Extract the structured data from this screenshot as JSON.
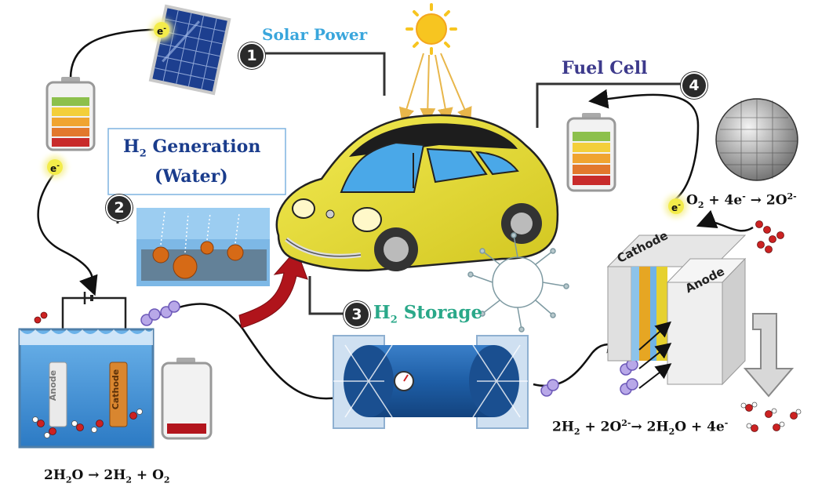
{
  "steps": {
    "solar": {
      "number": "1",
      "label": "Solar Power"
    },
    "h2_generation": {
      "number": "2",
      "label_main": "H",
      "label_sub": "2",
      "label_rest": " Generation",
      "label_line2": "(Water)"
    },
    "h2_storage": {
      "number": "3",
      "label_main": "H",
      "label_sub": "2",
      "label_rest": " Storage"
    },
    "fuel_cell": {
      "number": "4",
      "label": "Fuel Cell"
    }
  },
  "electrode_labels": {
    "anode_left": "Anode",
    "cathode_left": "Cathode",
    "cathode_right": "Cathode",
    "anode_right": "Anode"
  },
  "electron_label": {
    "base": "e",
    "sup": "-"
  },
  "equations": {
    "water_split": {
      "p1": "2H",
      "s1": "2",
      "p2": "O → 2H",
      "s2": "2",
      "p3": " + O",
      "s3": "2"
    },
    "cathode_reaction": {
      "p1": "O",
      "s1": "2",
      "p2": " + 4e",
      "sup1": "-",
      "p3": " → 2O",
      "sup2": "2-"
    },
    "anode_reaction": {
      "p1": "2H",
      "s1": "2",
      "p2": " + 2O",
      "sup1": "2-",
      "p3": "→ 2H",
      "s2": "2",
      "p4": "O + 4e",
      "sup2": "-"
    }
  },
  "colors": {
    "solar_label": "#3aa6dc",
    "h2_generation_label": "#1a3c8c",
    "h2_storage_label": "#2aa889",
    "fuel_cell_label": "#3d3a8c",
    "car_body": "#e8df2e",
    "big_arrow": "#b0141b",
    "tank": "#1f5fa8",
    "water": "#3c8fd4"
  },
  "icons": [
    "solar-panel-icon",
    "sun-icon",
    "battery-icon",
    "electrolyzer-icon",
    "car-icon",
    "hydrogen-tank-icon",
    "fuel-cell-icon",
    "molecule-icon",
    "nanosphere-icon"
  ]
}
